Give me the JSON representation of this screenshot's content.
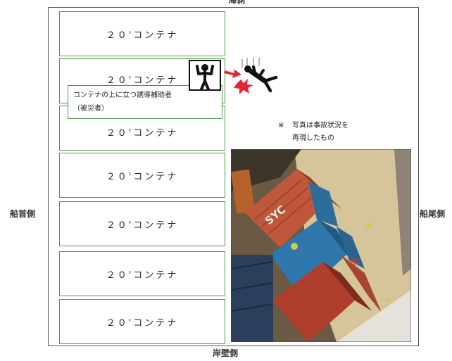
{
  "orientation": {
    "top": "海側",
    "bottom": "岸壁側",
    "left": "船首側",
    "right": "船尾側"
  },
  "containers": [
    "２０'コンテナ",
    "２０'コンテナ",
    "２０'コンテナ",
    "２０'コンテナ",
    "２０'コンテナ",
    "２０'コンテナ",
    "２０'コンテナ"
  ],
  "callout": {
    "line1": "コンテナの上に立つ誘導補助者",
    "line2": "（被災者）"
  },
  "note": {
    "mark": "※",
    "line1": "写真は事故状況を",
    "line2": "再現したもの"
  },
  "colors": {
    "container_border": "#4a9a4a",
    "arrow": "#e2263a",
    "impact": "#e2263a"
  },
  "icons": [
    "person-standing-icon",
    "arrow-icon",
    "person-falling-icon",
    "accident-photo"
  ]
}
